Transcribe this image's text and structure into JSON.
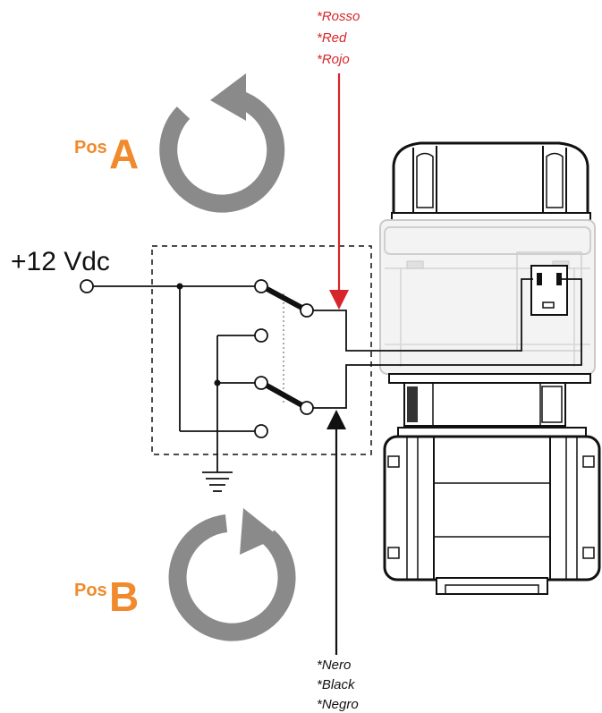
{
  "supply": {
    "label": "+12 Vdc"
  },
  "positions": {
    "a": {
      "prefix": "Pos",
      "letter": "A",
      "rotation": "counterclockwise"
    },
    "b": {
      "prefix": "Pos",
      "letter": "B",
      "rotation": "clockwise"
    }
  },
  "wires": {
    "red": {
      "lines": [
        "*Rosso",
        "*Red",
        "*Rojo"
      ],
      "color": "#d7262b"
    },
    "black": {
      "lines": [
        "*Nero",
        "*Black",
        "*Negro"
      ],
      "color": "#111111"
    }
  },
  "colors": {
    "accent": "#f08a2c",
    "arrow_gray": "#8a8a8a",
    "wire": "#111111"
  },
  "icons": {
    "ground": "ground-icon",
    "rotation_a": "rotate-ccw-arrow-icon",
    "rotation_b": "rotate-cw-arrow-icon",
    "actuator": "valve-actuator-icon"
  }
}
